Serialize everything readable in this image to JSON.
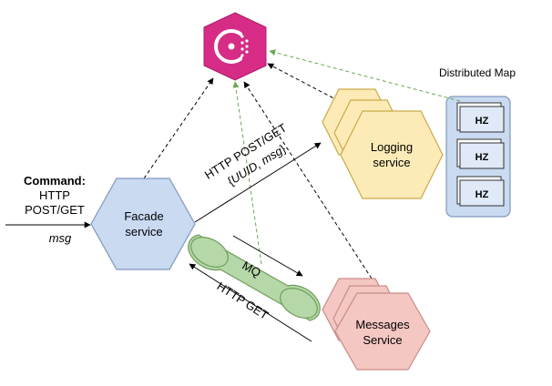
{
  "colors": {
    "consul": "#d62c86",
    "facade": "#c9daf1",
    "facade_stroke": "#7f99bd",
    "logging": "#fcebb6",
    "logging_stroke": "#c9a94a",
    "messages": "#f4c7c3",
    "messages_stroke": "#c98c86",
    "mq": "#b6d7a8",
    "mq_stroke": "#6e9e5b",
    "map_bg": "#c9daf1",
    "map_stroke": "#7f99bd",
    "edge": "#000000",
    "green_edge": "#6aa84f"
  },
  "icons": {
    "consul": "consul-logo-icon"
  },
  "command": {
    "title": "Command:",
    "line1": "HTTP",
    "line2": "POST/GET",
    "msg": "msg"
  },
  "facade": {
    "line1": "Facade",
    "line2": "service"
  },
  "logging": {
    "line1": "Logging",
    "line2": "service"
  },
  "messages": {
    "line1": "Messages",
    "line2": "Service"
  },
  "mq": {
    "label": "MQ"
  },
  "map": {
    "title": "Distributed Map",
    "nodes": [
      "HZ",
      "HZ",
      "HZ"
    ]
  },
  "edges": {
    "post_get_line1": "HTTP POST/GET",
    "post_get_line2_a": "{",
    "post_get_line2_b": "UUID, msg",
    "post_get_line2_c": "}",
    "http_get": "HTTP GET"
  }
}
